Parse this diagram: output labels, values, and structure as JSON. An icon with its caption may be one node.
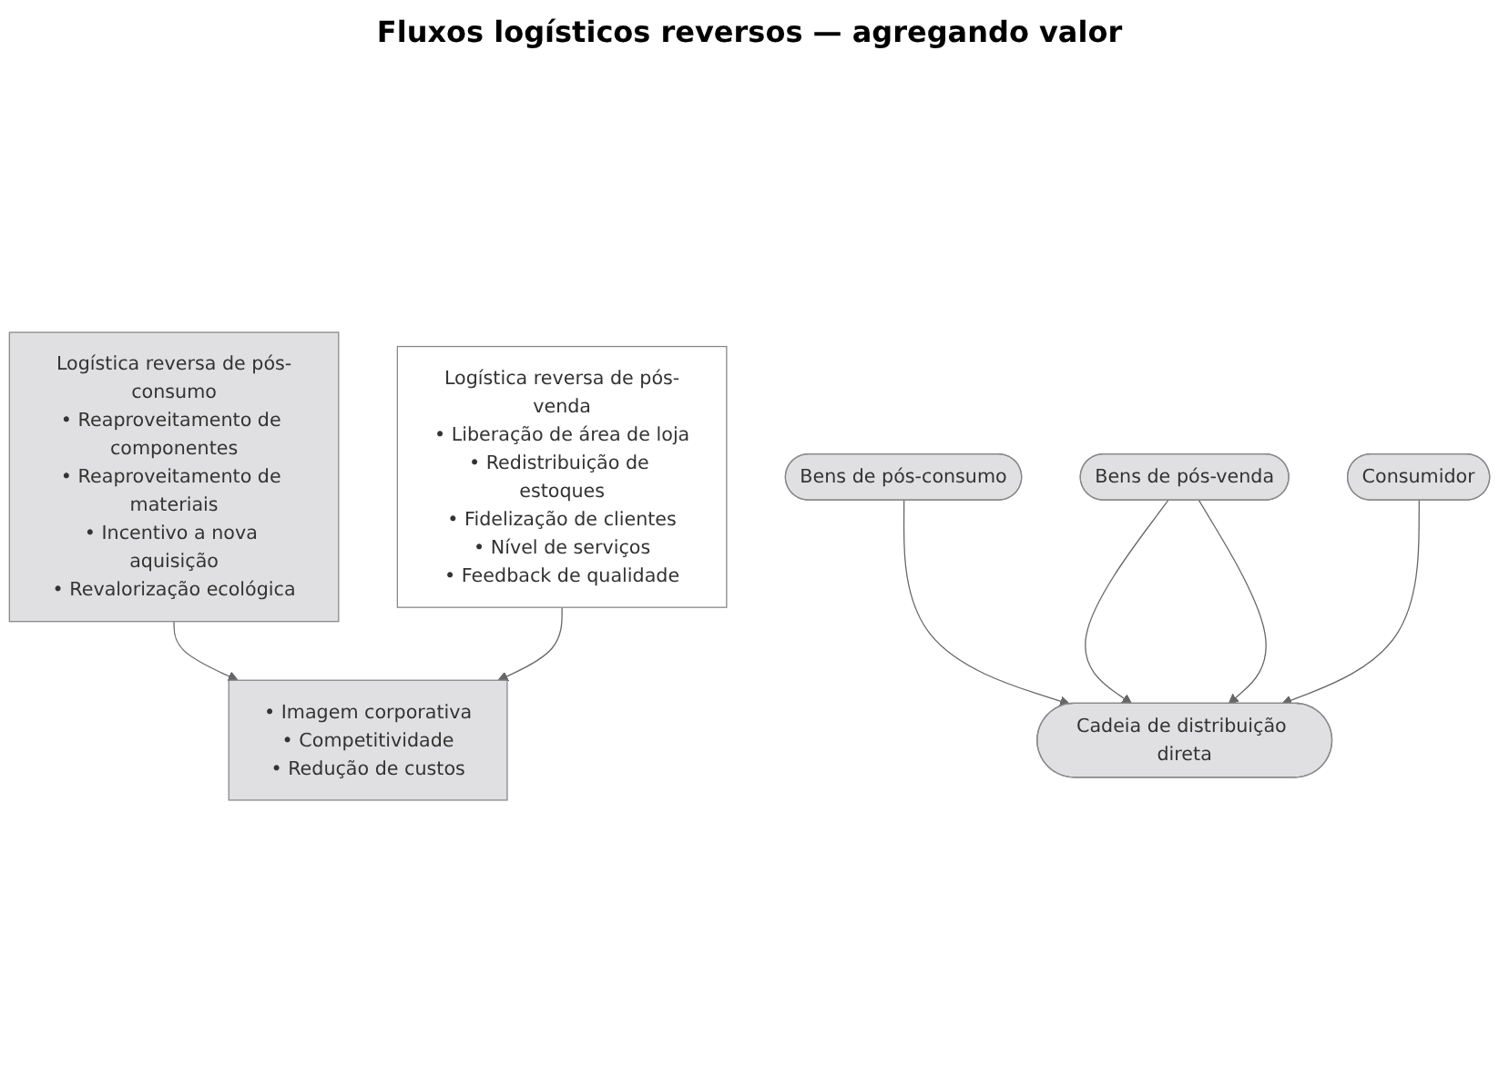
{
  "diagram": {
    "title": "Fluxos logísticos reversos — agregando valor",
    "nodes": [
      {
        "text": [
          "Logística reversa de pós-consumo",
          "• Reaproveitamento de componentes",
          "• Reaproveitamento de materiais",
          "• Incentivo a nova aquisição",
          "• Revalorização ecológica"
        ]
      },
      {
        "text": [
          "Cadeia de distribuição direta"
        ]
      },
      {
        "text": [
          "Consumidor"
        ]
      },
      {
        "text": [
          "Bens de pós-venda"
        ]
      },
      {
        "text": [
          "Bens de pós-consumo"
        ]
      },
      {
        "text": [
          "Logística reversa de pós-venda",
          "• Liberação de área de loja",
          "• Redistribuição de estoques",
          "• Fidelização de clientes",
          "• Nível de serviços",
          "• Feedback de qualidade"
        ]
      },
      {
        "text": [
          "• Imagem corporativa",
          "• Competitividade",
          "• Redução de custos"
        ]
      }
    ],
    "edges": [
      {
        "from": 4,
        "to": 1,
        "arrow": "to"
      },
      {
        "from": 3,
        "to": 1,
        "arrow": "to"
      },
      {
        "from": 3,
        "to": 1,
        "arrow": "to"
      },
      {
        "from": 2,
        "to": 1,
        "arrow": "to"
      },
      {
        "from": 0,
        "to": 6,
        "arrow": "to"
      },
      {
        "from": 5,
        "to": 6,
        "arrow": "to"
      }
    ]
  }
}
